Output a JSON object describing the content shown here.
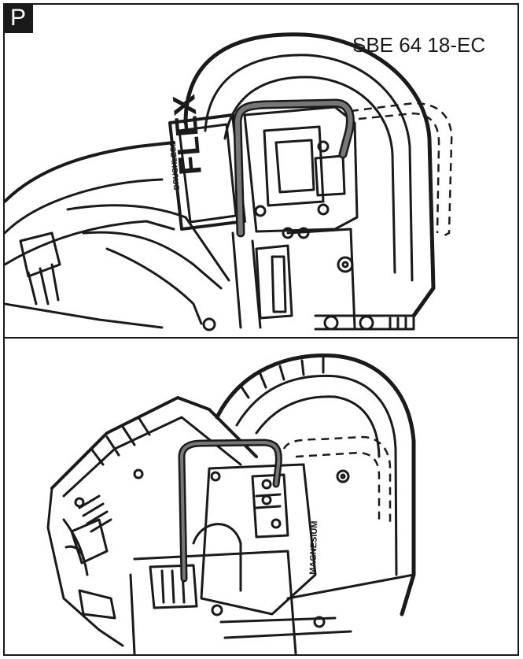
{
  "figure": {
    "badge": "P",
    "model": "SBE 64 18-EC",
    "colors": {
      "line": "#1a1a1a",
      "wrench_highlight": "#777777",
      "background": "#ffffff"
    }
  },
  "panels": [
    {
      "id": "top",
      "brand_mark": "FLEX",
      "side_text": "BRUSHLESS",
      "icons": [
        "saw-body-illustration",
        "hex-key-icon",
        "dashed-guide-outline"
      ]
    },
    {
      "id": "bottom",
      "side_text": "MAGNESIUM",
      "icons": [
        "saw-body-illustration",
        "hex-key-icon",
        "dashed-guide-outline"
      ]
    }
  ]
}
